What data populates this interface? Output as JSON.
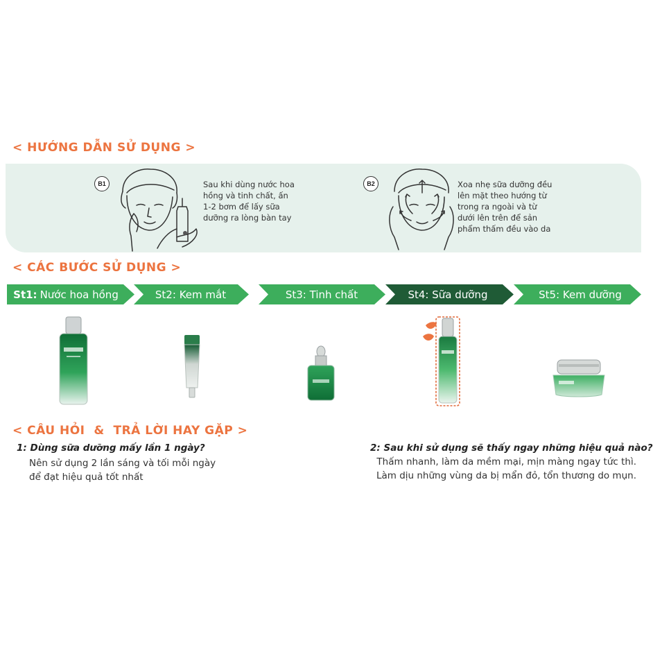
{
  "colors": {
    "accent_orange": "#ec7440",
    "step_green": "#3dae5c",
    "step_dark_green": "#1f5b36",
    "panel_bg": "#e6f1ec",
    "product_green": "#2f9a5a"
  },
  "usage_guide": {
    "title": "< HƯỚNG DẪN SỬ DỤNG >",
    "steps": [
      {
        "badge": "B1",
        "lines": [
          "Sau khi dùng nước hoa",
          "hồng và tinh chất, ấn",
          "1-2 bơm để lấy sữa",
          "dưỡng ra lòng bàn tay"
        ]
      },
      {
        "badge": "B2",
        "lines": [
          "Xoa nhẹ sữa dưỡng đều",
          "lên mặt theo hướng từ",
          "trong ra ngoài và từ",
          "dưới lên trên để sản",
          "phẩm thấm đều vào da"
        ]
      }
    ]
  },
  "steps_section": {
    "title": "< CÁC BƯỚC SỬ DỤNG >",
    "steps": [
      {
        "code": "St1:",
        "label": "Nước hoa hồng",
        "icon": "toner-bottle-icon"
      },
      {
        "code": "St2:",
        "label": "Kem mắt",
        "icon": "eye-cream-tube-icon"
      },
      {
        "code": "St3:",
        "label": "Tinh chất",
        "icon": "serum-dropper-icon"
      },
      {
        "code": "St4:",
        "label": "Sữa dưỡng",
        "icon": "emulsion-bottle-icon",
        "highlighted": true
      },
      {
        "code": "St5:",
        "label": "Kem dưỡng",
        "icon": "cream-jar-icon"
      }
    ]
  },
  "faq": {
    "title": "< CÂU HỎI  &  TRẢ LỜI HAY GẶP >",
    "items": [
      {
        "question": "1: Dùng sữa dưỡng mấy lần 1 ngày?",
        "answer_lines": [
          "Nên sử dụng 2 lần sáng và tối mỗi ngày",
          "để đạt hiệu quả tốt nhất"
        ]
      },
      {
        "question": "2: Sau khi sử dụng sẽ thấy ngay những hiệu quả nào?",
        "answer_lines": [
          "Thấm nhanh, làm da mềm mại, mịn màng ngay tức thì.",
          "Làm dịu những vùng da bị mẩn đỏ, tổn thương do mụn."
        ]
      }
    ]
  }
}
